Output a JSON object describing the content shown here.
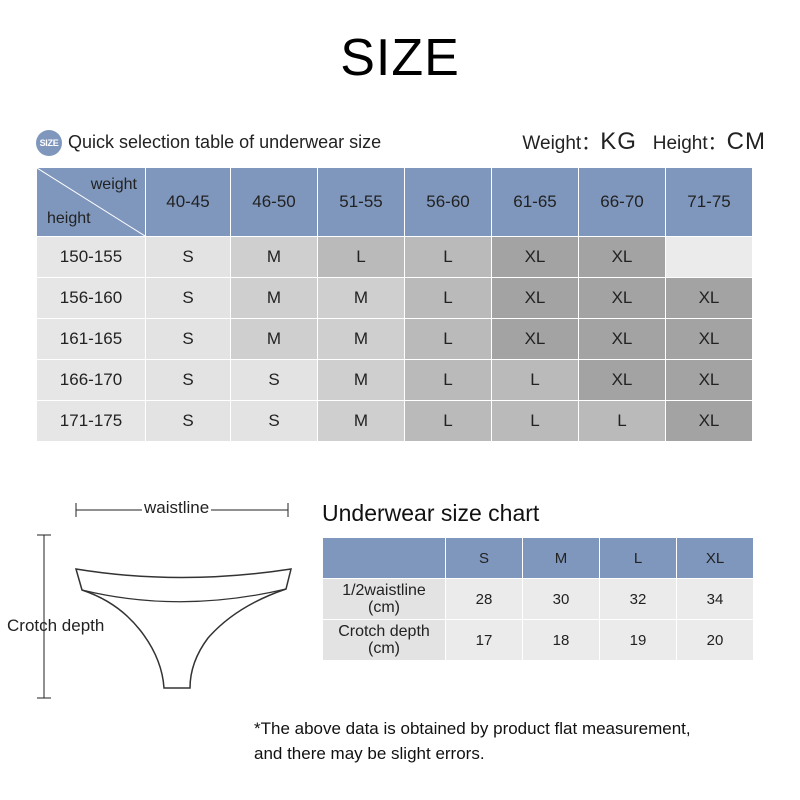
{
  "title": "SIZE",
  "quick": {
    "badge": "SIZE",
    "label": "Quick selection table of underwear size",
    "weight_label": "Weight：",
    "weight_unit": "KG",
    "height_label": "Height：",
    "height_unit": "CM"
  },
  "size_table": {
    "corner_weight": "weight",
    "corner_height": "height",
    "weights": [
      "40-45",
      "46-50",
      "51-55",
      "56-60",
      "61-65",
      "66-70",
      "71-75"
    ],
    "rows": [
      {
        "height": "150-155",
        "sizes": [
          "S",
          "M",
          "L",
          "L",
          "XL",
          "XL",
          ""
        ]
      },
      {
        "height": "156-160",
        "sizes": [
          "S",
          "M",
          "M",
          "L",
          "XL",
          "XL",
          "XL"
        ]
      },
      {
        "height": "161-165",
        "sizes": [
          "S",
          "M",
          "M",
          "L",
          "XL",
          "XL",
          "XL"
        ]
      },
      {
        "height": "166-170",
        "sizes": [
          "S",
          "S",
          "M",
          "L",
          "L",
          "XL",
          "XL"
        ]
      },
      {
        "height": "171-175",
        "sizes": [
          "S",
          "S",
          "M",
          "L",
          "L",
          "L",
          "XL"
        ]
      }
    ]
  },
  "diagram": {
    "waist_label": "waistline",
    "crotch_label": "Crotch depth"
  },
  "under_chart": {
    "title": "Underwear size chart",
    "header_blank": "",
    "sizes": [
      "S",
      "M",
      "L",
      "XL"
    ],
    "rows": [
      {
        "label_line1": "1/2waistline",
        "label_line2": "(cm)",
        "values": [
          "28",
          "30",
          "32",
          "34"
        ]
      },
      {
        "label_line1": "Crotch depth",
        "label_line2": "(cm)",
        "values": [
          "17",
          "18",
          "19",
          "20"
        ]
      }
    ]
  },
  "footnote": {
    "line1": "*The above data is obtained by product flat measurement,",
    "line2": "and there may be slight errors."
  }
}
